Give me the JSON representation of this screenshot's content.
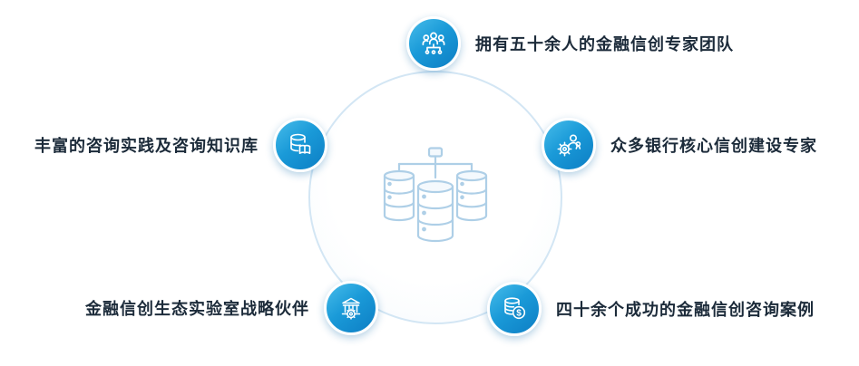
{
  "colors": {
    "badge_gradient_start": "#47bcea",
    "badge_gradient_end": "#0d7ec4",
    "circle_border": "#d3e6f4",
    "illustration_stroke": "#aecfe7",
    "label_text": "#1c2b3a"
  },
  "center": {
    "illustration": "database-cluster-icon"
  },
  "items": [
    {
      "label": "拥有五十余人的金融信创专家团队",
      "icon": "team-icon",
      "position": "top"
    },
    {
      "label": "众多银行核心信创建设专家",
      "icon": "bank-expert-icon",
      "position": "right"
    },
    {
      "label": "丰富的咨询实践及咨询知识库",
      "icon": "knowledge-base-icon",
      "position": "left"
    },
    {
      "label": "金融信创生态实验室战略伙伴",
      "icon": "lab-partner-icon",
      "position": "bottom-left"
    },
    {
      "label": "四十余个成功的金融信创咨询案例",
      "icon": "coin-stack-icon",
      "position": "bottom-right"
    }
  ]
}
